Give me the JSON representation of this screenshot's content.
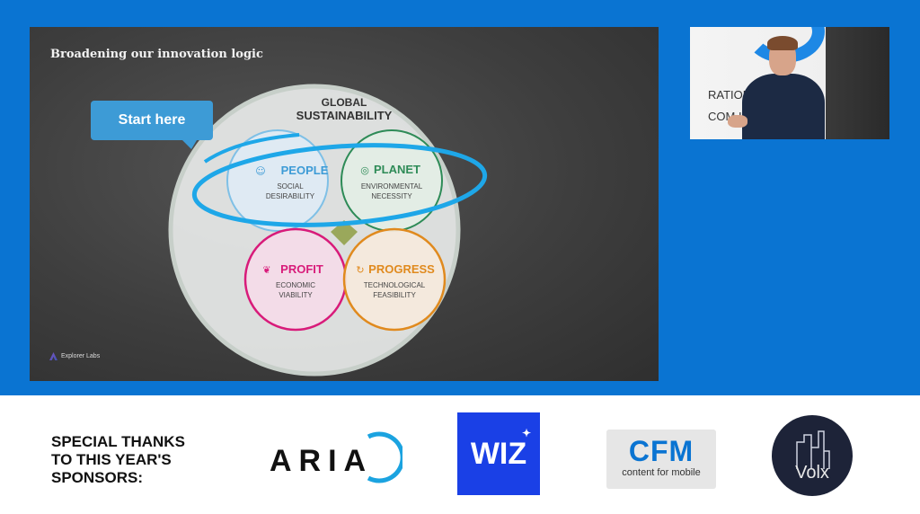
{
  "slide": {
    "title": "Broadening our innovation logic",
    "callout": "Start here",
    "outer_label_1": "GLOBAL",
    "outer_label_2": "SUSTAINABILITY",
    "quadrants": [
      {
        "name": "PEOPLE",
        "line1": "SOCIAL",
        "line2": "DESIRABILITY",
        "color": "#3d9bd6",
        "icon": "people-icon"
      },
      {
        "name": "PLANET",
        "line1": "ENVIRONMENTAL",
        "line2": "NECESSITY",
        "color": "#2e8b57",
        "icon": "globe-icon"
      },
      {
        "name": "PROFIT",
        "line1": "ECONOMIC",
        "line2": "VIABILITY",
        "color": "#d81b7a",
        "icon": "hand-coin-icon"
      },
      {
        "name": "PROGRESS",
        "line1": "TECHNOLOGICAL",
        "line2": "FEASIBILITY",
        "color": "#e08a1e",
        "icon": "refresh-icon"
      }
    ],
    "highlight_color": "#1ea7e8",
    "brand": "Explorer Labs"
  },
  "camera": {
    "bg_text_1": "RATION",
    "bg_text_2": "COM IND"
  },
  "sponsors": {
    "heading_lines": [
      "SPECIAL THANKS",
      "TO THIS YEAR'S",
      "SPONSORS:"
    ],
    "aria": "ARIA",
    "wiz": "WIZ",
    "cfm_main": "CFM",
    "cfm_sub": "content for mobile",
    "volx": "Volx"
  },
  "colors": {
    "stage_blue": "#0a74d2",
    "wiz_blue": "#1a40e6",
    "cfm_blue": "#0a74d2"
  }
}
